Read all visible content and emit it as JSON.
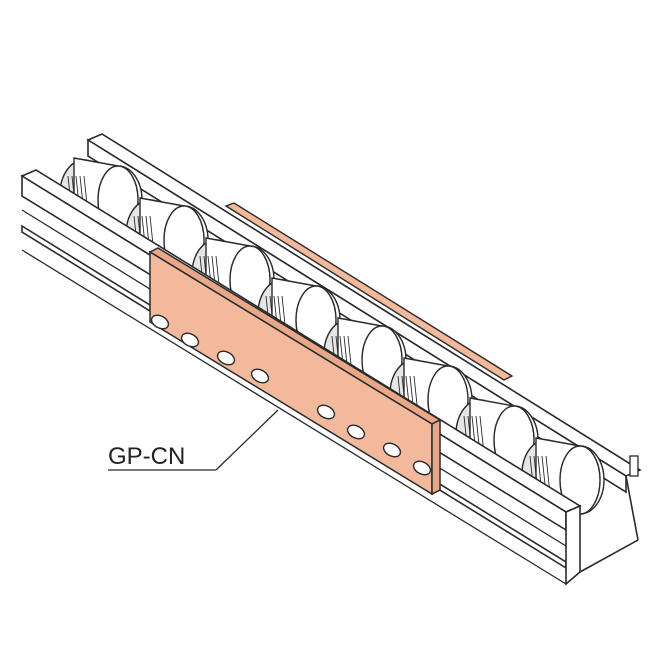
{
  "figure": {
    "callout_label": "GP-CN",
    "parts": {
      "roller_count": 8,
      "slot_count": 8
    }
  },
  "colors": {
    "outline": "#2a2a2a",
    "roller_fill": "#ffffff",
    "roller_shade": "#e6e6e6",
    "rail_fill": "#ffffff",
    "plate_fill": "#f2b99c",
    "plate_edge": "#e8a888",
    "slot_fill": "#ffffff"
  }
}
